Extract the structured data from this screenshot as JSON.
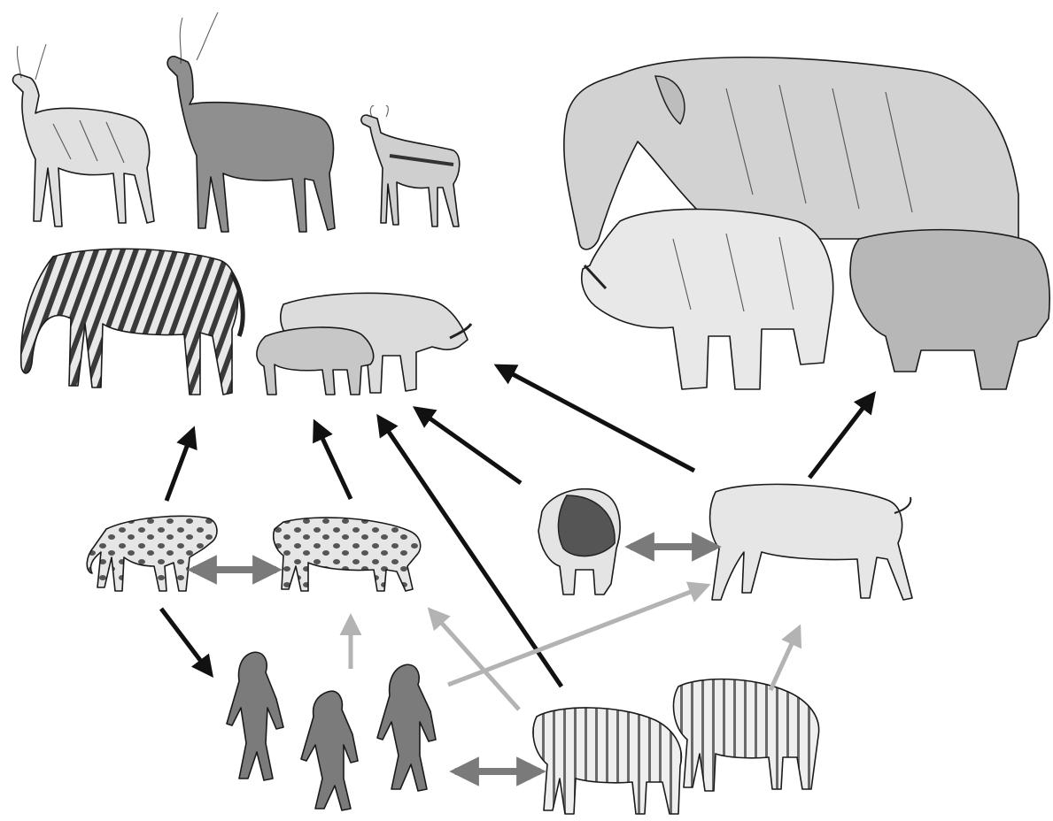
{
  "diagram": {
    "type": "food-web",
    "colors": {
      "background": "#ffffff",
      "predation_arrow": "#111111",
      "competition_arrow": "#7a7a7a",
      "scavenging_arrow": "#b3b3b3",
      "animal_fill": "#d9d9d9",
      "animal_fill_dark": "#8f8f8f"
    },
    "nodes": [
      {
        "id": "waterbuck",
        "icon": "waterbuck-icon",
        "group": "prey"
      },
      {
        "id": "kob",
        "icon": "kob-antelope-icon",
        "group": "prey"
      },
      {
        "id": "springbok",
        "icon": "springbok-icon",
        "group": "prey"
      },
      {
        "id": "zebra",
        "icon": "zebra-icon",
        "group": "prey"
      },
      {
        "id": "warthogs",
        "icon": "warthog-icon",
        "group": "prey"
      },
      {
        "id": "deinotherium",
        "icon": "elephant-icon",
        "group": "megaherbivore"
      },
      {
        "id": "rhinoceros",
        "icon": "rhinoceros-icon",
        "group": "megaherbivore"
      },
      {
        "id": "hippopotamus",
        "icon": "hippopotamus-icon",
        "group": "megaherbivore"
      },
      {
        "id": "dinofelis",
        "icon": "dinofelis-icon",
        "group": "predator"
      },
      {
        "id": "megantereon",
        "icon": "megantereon-icon",
        "group": "predator"
      },
      {
        "id": "lion",
        "icon": "lion-icon",
        "group": "predator"
      },
      {
        "id": "homotherium",
        "icon": "homotherium-icon",
        "group": "predator"
      },
      {
        "id": "hominins",
        "icon": "hominin-icon",
        "group": "hominin"
      },
      {
        "id": "hyena_striped",
        "icon": "striped-hyena-icon",
        "group": "scavenger"
      },
      {
        "id": "hyena_pachycrocuta",
        "icon": "hyena-icon",
        "group": "scavenger"
      }
    ],
    "edges": [
      {
        "from": "dinofelis",
        "to": "zebra",
        "kind": "predation"
      },
      {
        "from": "megantereon",
        "to": "warthogs",
        "kind": "predation"
      },
      {
        "from": "hyena_striped",
        "to": "warthogs",
        "kind": "predation"
      },
      {
        "from": "lion",
        "to": "warthogs",
        "kind": "predation"
      },
      {
        "from": "homotherium",
        "to": "warthogs",
        "kind": "predation"
      },
      {
        "from": "homotherium",
        "to": "hippopotamus",
        "kind": "predation"
      },
      {
        "from": "dinofelis",
        "to": "hominins",
        "kind": "predation"
      },
      {
        "from": "dinofelis",
        "to": "megantereon",
        "kind": "competition"
      },
      {
        "from": "lion",
        "to": "homotherium",
        "kind": "competition"
      },
      {
        "from": "hominins",
        "to": "hyena_striped",
        "kind": "competition"
      },
      {
        "from": "hominins",
        "to": "megantereon",
        "kind": "scavenging"
      },
      {
        "from": "hominins",
        "to": "homotherium",
        "kind": "scavenging"
      },
      {
        "from": "hyena_striped",
        "to": "megantereon",
        "kind": "scavenging"
      },
      {
        "from": "hyena_pachycrocuta",
        "to": "homotherium",
        "kind": "scavenging"
      }
    ]
  }
}
